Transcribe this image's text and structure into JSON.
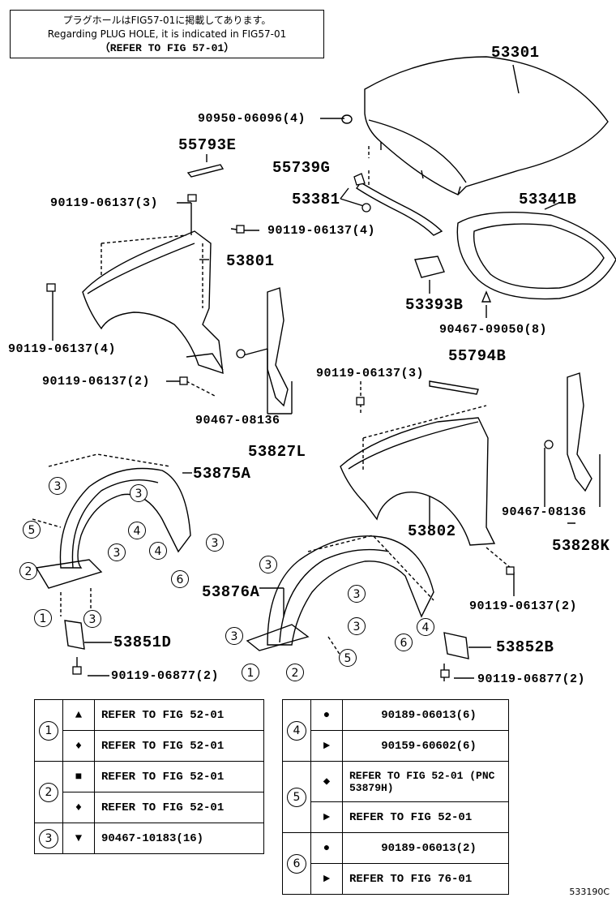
{
  "note": {
    "jp": "プラグホールはFIG57-01に掲載してあります。",
    "en": "Regarding PLUG HOLE, it is indicated in FIG57-01",
    "ref": "（REFER TO FIG 57-01）"
  },
  "labels": [
    {
      "id": "p53301",
      "text": "53301",
      "big": true
    },
    {
      "id": "p90950",
      "text": "90950-06096(4)"
    },
    {
      "id": "p55793e",
      "text": "55793E"
    },
    {
      "id": "p55739g",
      "text": "55739G"
    },
    {
      "id": "p53381",
      "text": "53381"
    },
    {
      "id": "p53341b",
      "text": "53341B"
    },
    {
      "id": "p90119a",
      "text": "90119-06137(3)"
    },
    {
      "id": "p90119b",
      "text": "90119-06137(4)"
    },
    {
      "id": "p53801",
      "text": "53801"
    },
    {
      "id": "p53393b",
      "text": "53393B"
    },
    {
      "id": "p90467a",
      "text": "90467-09050(8)"
    },
    {
      "id": "p90119c",
      "text": "90119-06137(4)"
    },
    {
      "id": "p90119d",
      "text": "90119-06137(2)"
    },
    {
      "id": "p90467b",
      "text": "90467-08136"
    },
    {
      "id": "p53827l",
      "text": "53827L"
    },
    {
      "id": "p90119e",
      "text": "90119-06137(3)"
    },
    {
      "id": "p55794b",
      "text": "55794B"
    },
    {
      "id": "p53875a",
      "text": "53875A"
    },
    {
      "id": "p90467c",
      "text": "90467-08136"
    },
    {
      "id": "p53802",
      "text": "53802"
    },
    {
      "id": "p53828k",
      "text": "53828K"
    },
    {
      "id": "p53876a",
      "text": "53876A"
    },
    {
      "id": "p90119f",
      "text": "90119-06137(2)"
    },
    {
      "id": "p53851d",
      "text": "53851D"
    },
    {
      "id": "p53852b",
      "text": "53852B"
    },
    {
      "id": "p90119g",
      "text": "90119-06877(2)"
    },
    {
      "id": "p90119h",
      "text": "90119-06877(2)"
    }
  ],
  "callouts": [
    "1",
    "2",
    "3",
    "4",
    "5",
    "6"
  ],
  "legend_left": [
    {
      "num": "1",
      "rows": [
        "REFER TO FIG 52-01",
        "REFER TO FIG 52-01"
      ]
    },
    {
      "num": "2",
      "rows": [
        "REFER TO FIG 52-01",
        "REFER TO FIG 52-01"
      ]
    },
    {
      "num": "3",
      "rows": [
        "90467-10183(16)"
      ]
    }
  ],
  "legend_right": [
    {
      "num": "4",
      "rows": [
        "90189-06013(6)",
        "90159-60602(6)"
      ]
    },
    {
      "num": "5",
      "rows": [
        "REFER TO FIG 52-01 (PNC 53879H)",
        "REFER TO FIG 52-01"
      ]
    },
    {
      "num": "6",
      "rows": [
        "90189-06013(2)",
        "REFER TO FIG 76-01"
      ]
    }
  ],
  "footer": "533190C"
}
